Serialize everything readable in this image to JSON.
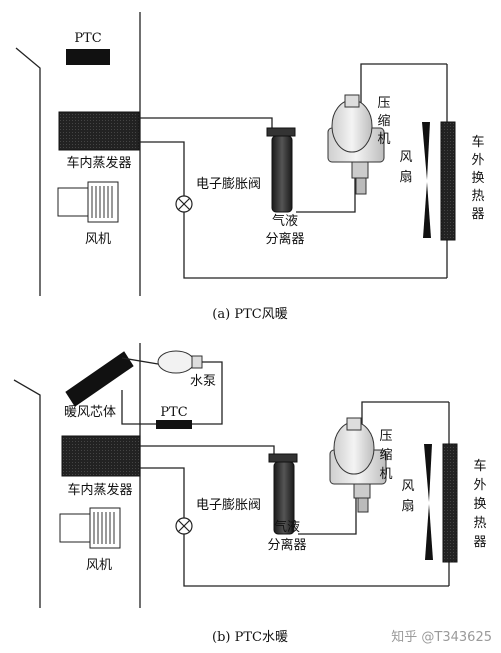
{
  "panel_a": {
    "ptc": "PTC",
    "evaporator": "车内蒸发器",
    "blower": "风机",
    "expansion_valve": "电子膨胀阀",
    "separator_line1": "气液",
    "separator_line2": "分离器",
    "compressor_chars": [
      "压",
      "缩",
      "机"
    ],
    "fan_chars": [
      "风",
      "扇"
    ],
    "exchanger_chars": [
      "车",
      "外",
      "换",
      "热",
      "器"
    ],
    "caption": "(a)  PTC风暖"
  },
  "panel_b": {
    "heater_core": "暖风芯体",
    "water_pump": "水泵",
    "ptc": "PTC",
    "evaporator": "车内蒸发器",
    "blower": "风机",
    "expansion_valve": "电子膨胀阀",
    "separator_line1": "气液",
    "separator_line2": "分离器",
    "compressor_chars": [
      "压",
      "缩",
      "机"
    ],
    "fan_chars": [
      "风",
      "扇"
    ],
    "exchanger_chars": [
      "车",
      "外",
      "换",
      "热",
      "器"
    ],
    "caption": "(b)  PTC水暖"
  },
  "watermark": "知乎 @T343625"
}
